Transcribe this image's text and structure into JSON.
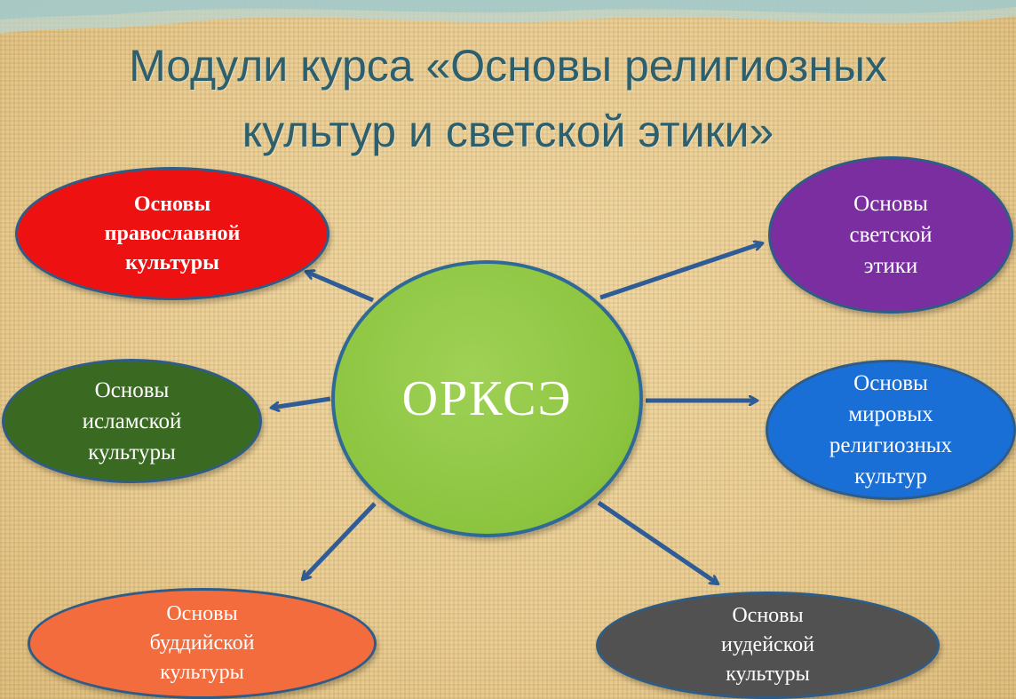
{
  "title": {
    "line1": "Модули курса «Основы религиозных",
    "line2": "культур и светской этики»"
  },
  "center": {
    "label": "ОРКСЭ"
  },
  "modules": {
    "orthodox": {
      "lines": [
        "Основы",
        "православной",
        "культуры"
      ],
      "color": "#ee1111"
    },
    "secular": {
      "lines": [
        "Основы",
        "светской",
        "этики"
      ],
      "color": "#7a2ea0"
    },
    "islamic": {
      "lines": [
        "Основы",
        "исламской",
        "культуры"
      ],
      "color": "#3a6a22"
    },
    "world": {
      "lines": [
        "Основы",
        "мировых",
        "религиозных",
        "культур"
      ],
      "color": "#1a6fd6"
    },
    "buddhist": {
      "lines": [
        "Основы",
        "буддийской",
        "культуры"
      ],
      "color": "#f26c3e"
    },
    "jewish": {
      "lines": [
        "Основы",
        "иудейской",
        "культуры"
      ],
      "color": "#515151"
    }
  },
  "colors": {
    "title": "#2d5f6c",
    "center": "#8bc43f",
    "arrow": "#2f5c96",
    "background": "#e6c98e"
  }
}
